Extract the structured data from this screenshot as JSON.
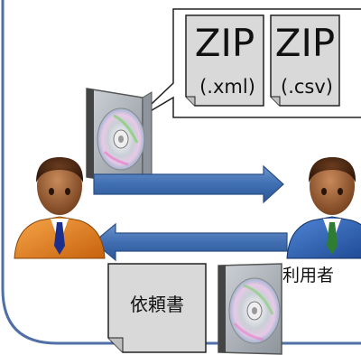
{
  "callout": {
    "files": [
      {
        "label": "ZIP",
        "ext": "(.xml)"
      },
      {
        "label": "ZIP",
        "ext": "(.csv)"
      }
    ]
  },
  "document": {
    "label": "依頼書"
  },
  "user": {
    "label": "利用者"
  },
  "icons": {
    "media": "cd-case-icon",
    "person_left": "orange-suit-person-icon",
    "person_right": "blue-suit-person-icon",
    "document": "document-icon"
  },
  "colors": {
    "frame": "#4f6fa6",
    "arrow_fill": "#3f6eb1",
    "arrow_stroke": "#2a4f86",
    "file_fill": "#d9d9d9",
    "orange_suit": "#e8821c",
    "blue_suit": "#2f63b8"
  }
}
